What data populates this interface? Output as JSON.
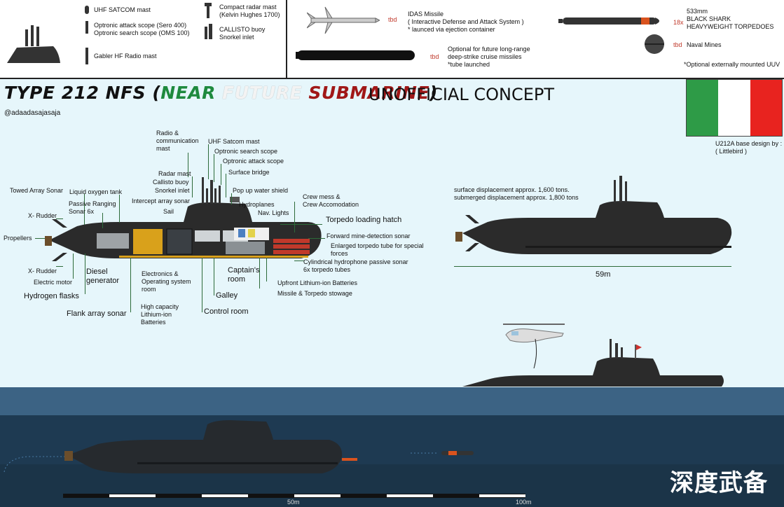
{
  "legend": {
    "uhf_satcom": "UHF SATCOM mast",
    "optronic_line1": "Optronic attack scope (Sero 400)",
    "optronic_line2": "Optronic search scope (OMS 100)",
    "gabler": "Gabler HF Radio mast",
    "radar_line1": "Compact radar mast",
    "radar_line2": "(Kelvin Hughes 1700)",
    "callisto_line1": "CALLISTO buoy",
    "callisto_line2": "Snorkel inlet",
    "idas_tbd": "tbd",
    "idas_line1": "IDAS Missile",
    "idas_line2": "( Interactive Defense and Attack System )",
    "idas_line3": "* launced via ejection container",
    "cruise_tbd": "tbd",
    "cruise_line1": "Optional for future  long-range",
    "cruise_line2": "deep-strike cruise missiles",
    "cruise_line3": "*tube launched",
    "torp_size": "533mm",
    "torp_count": "18x",
    "torp_line1": "BLACK SHARK",
    "torp_line2": "HEAVYWEIGHT TORPEDOES",
    "mines_tbd": "tbd",
    "mines": "Naval Mines",
    "uuv": "*Optional externally mounted UUV"
  },
  "header": {
    "title_prefix": "TYPE 212 NFS (",
    "title_near": "NEAR",
    "title_future": "FUTURE",
    "title_submarine": "SUBMARINE",
    "title_suffix": ")",
    "subtitle": "UNOFFICIAL CONCEPT",
    "author": "@adaadasajasaja",
    "credit_line1": "U212A base design by :",
    "credit_line2": "( Littlebird )"
  },
  "flag_colors": [
    "#2e9b47",
    "#ffffff",
    "#e8231f"
  ],
  "labels": {
    "radio_comm_1": "Radio &",
    "radio_comm_2": "communication",
    "radio_comm_3": "mast",
    "uhf_satcom_mast": "UHF Satcom mast",
    "optronic_search": "Optronic search scope",
    "optronic_attack": "Optronic attack scope",
    "surface_bridge": "Surface bridge",
    "radar_mast": "Radar mast",
    "callisto": "Callisto buoy",
    "snorkel": "Snorkel inlet",
    "popup_shield": "Pop up water shield",
    "intercept_sonar": "Intercept array sonar",
    "hydroplanes": "Hydroplanes",
    "nav_lights": "Nav. Lights",
    "sail": "Sail",
    "crew_mess_1": "Crew mess &",
    "crew_mess_2": "Crew Accomodation",
    "towed_array": "Towed Array Sonar",
    "lox_tank": "Liquid oxygen tank",
    "passive_ranging_1": "Passive Ranging",
    "passive_ranging_2": "Sonar 6x",
    "x_rudder_top": "X- Rudder",
    "propellers": "Propellers",
    "x_rudder_bottom": "X- Rudder",
    "electric_motor": "Electric motor",
    "diesel_1": "Diesel",
    "diesel_2": "generator",
    "hydrogen": "Hydrogen flasks",
    "flank_sonar": "Flank array sonar",
    "electronics_1": "Electronics &",
    "electronics_2": "Operating system",
    "electronics_3": "room",
    "batteries_1": "High capacity",
    "batteries_2": "Lithium-ion",
    "batteries_3": "Batteries",
    "control_room": "Control room",
    "galley": "Galley",
    "captain_1": "Captain's",
    "captain_2": "room",
    "torpedo_hatch": "Torpedo loading hatch",
    "mine_sonar": "Forward mine-detection sonar",
    "enlarged_tube_1": "Enlarged torpedo tube for special",
    "enlarged_tube_2": "forces",
    "cyl_sonar": "Cylindrical hydrophone passive sonar",
    "torpedo_tubes": "6x torpedo tubes",
    "upfront_batteries": "Upfront Lithium-ion Batteries",
    "missile_stowage": "Missile & Torpedo stowage"
  },
  "specs": {
    "surface_disp": "surface displacement approx. 1,600 tons.",
    "submerged_disp": "submerged displacement approx. 1,800 tons",
    "length": "59m"
  },
  "scale": {
    "mid": "50m",
    "end": "100m"
  },
  "watermark": "深度武备",
  "colors": {
    "hull": "#2b2b2b",
    "hull_light": "#3a3a3a",
    "leader": "#2d6b3a",
    "sky": "#e6f6fb",
    "sea_surface": "#3c6384",
    "sea_deep": "#1b3448"
  }
}
